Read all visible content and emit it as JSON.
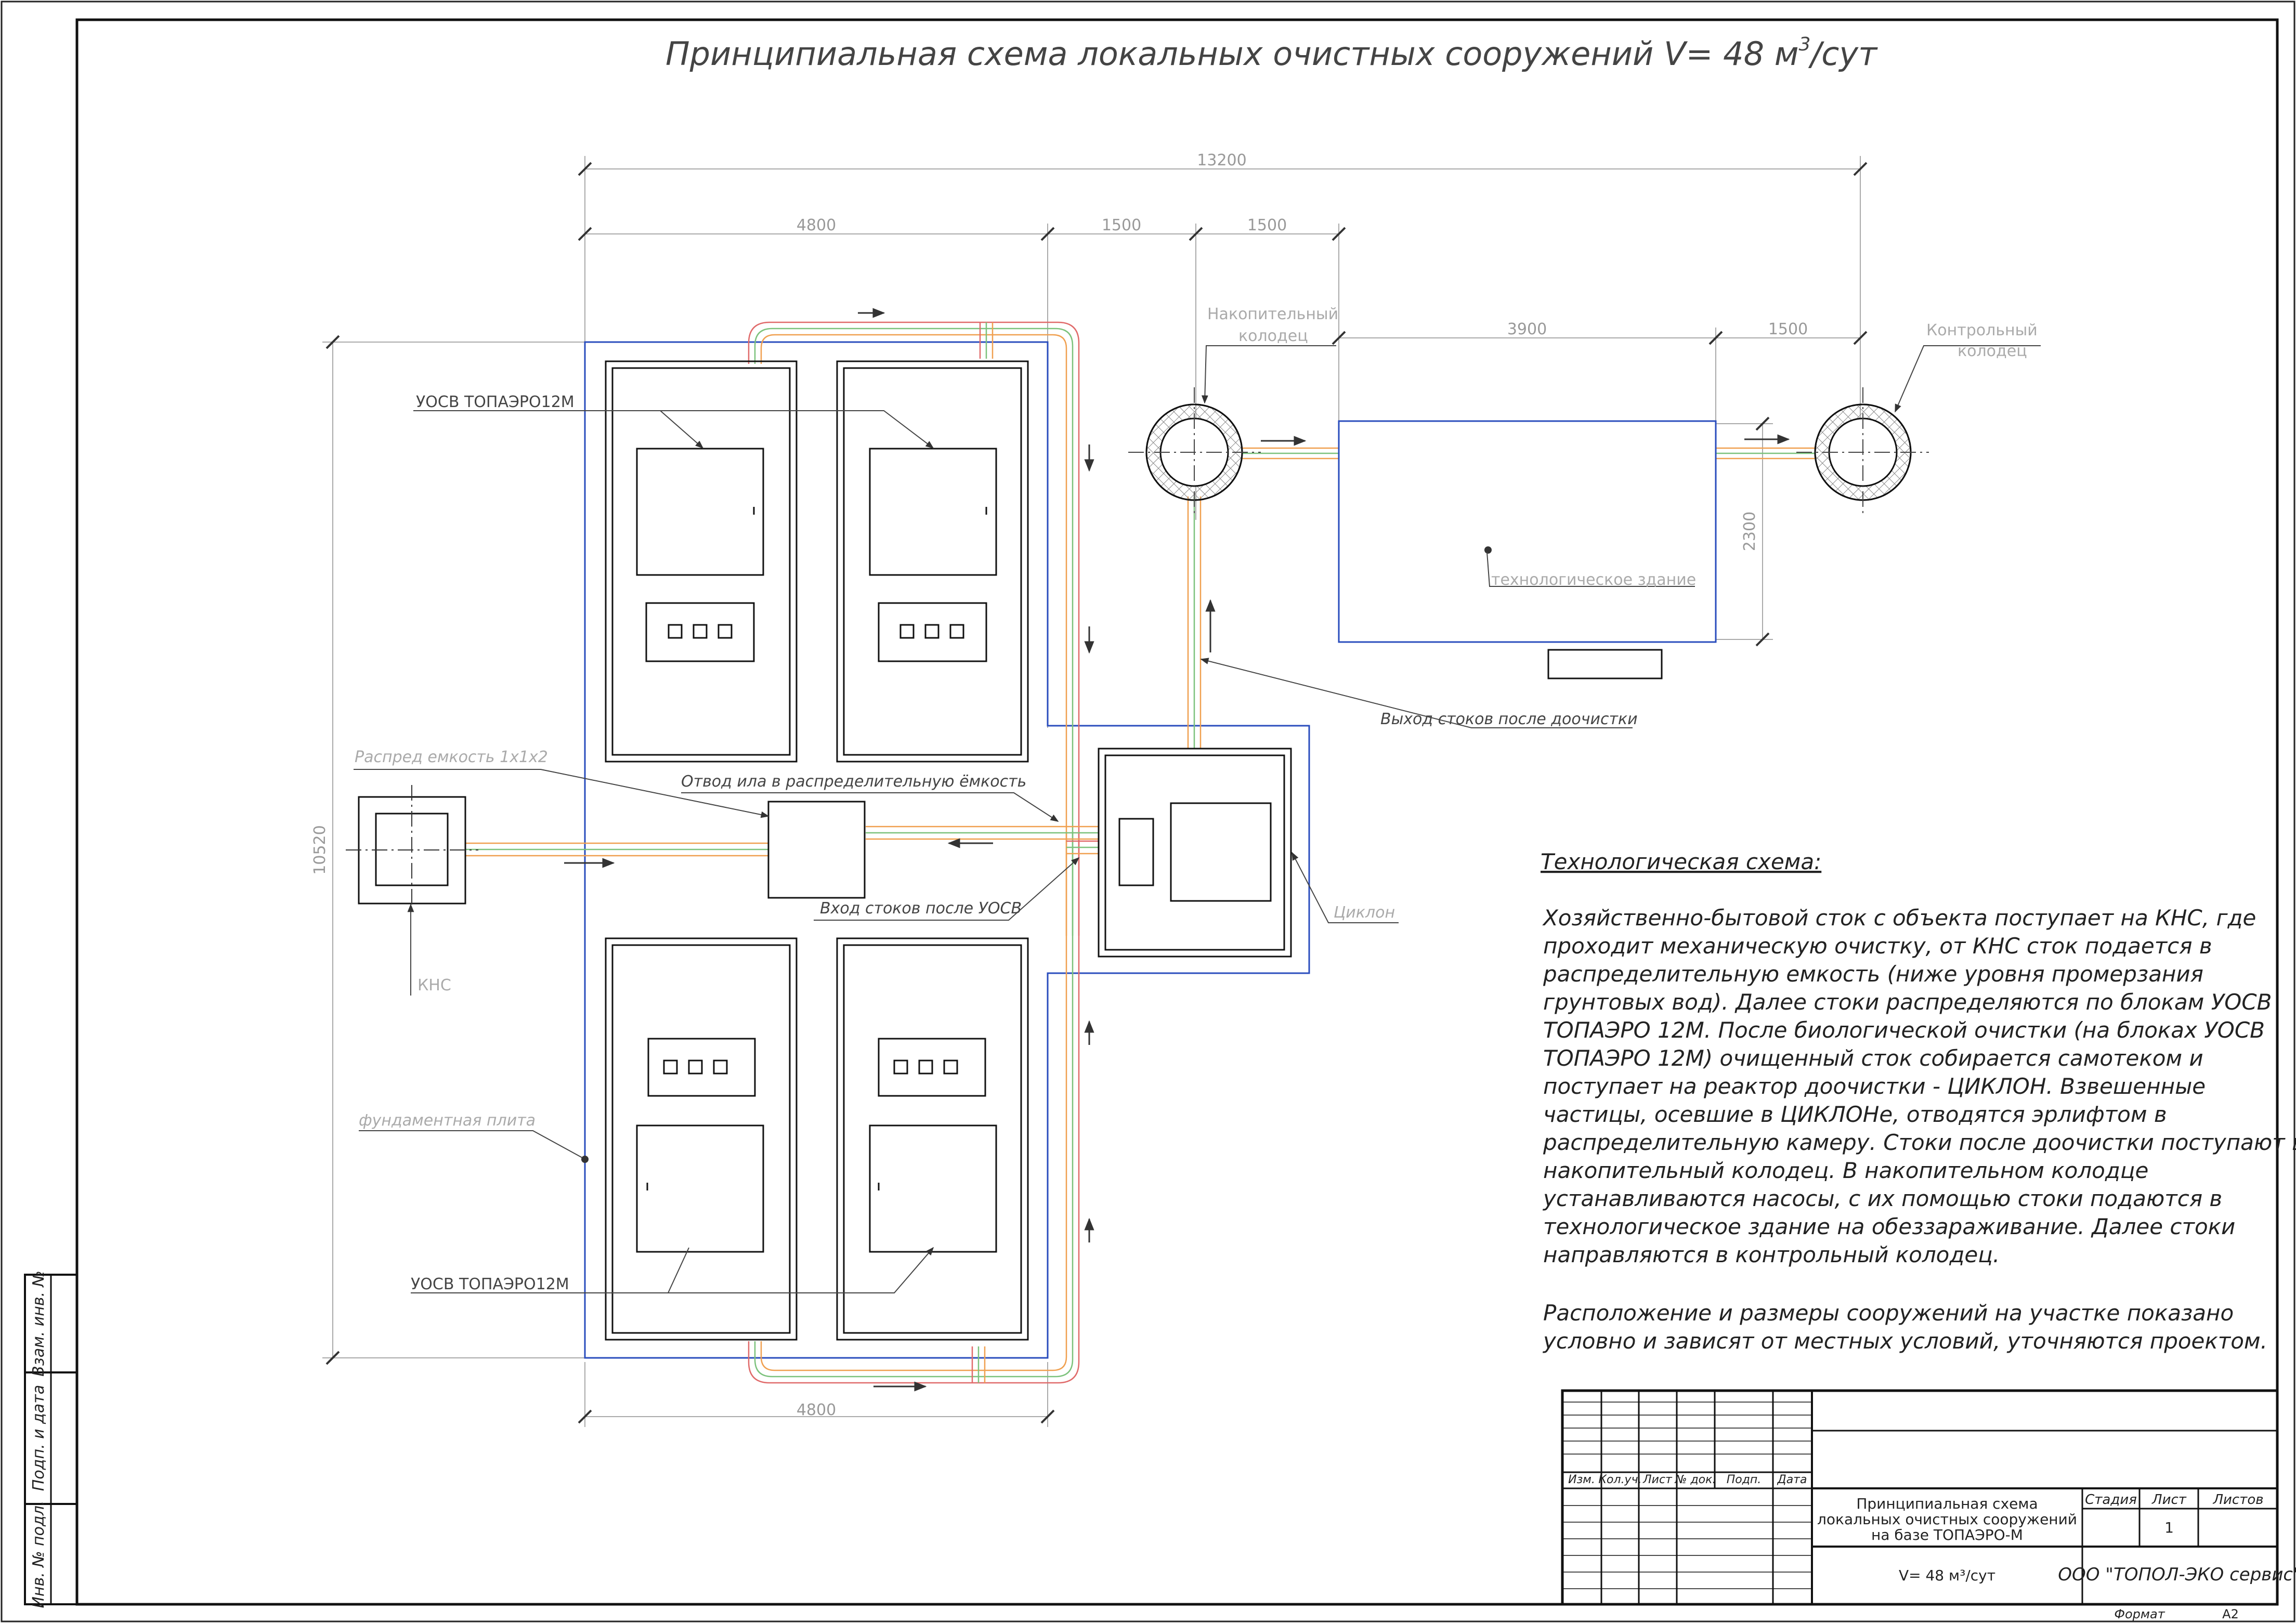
{
  "title_parts": {
    "main": "Принципиальная схема   локальных  очистных  сооружений V= 48 м",
    "sup": "3",
    "tail": "/сут"
  },
  "dims": {
    "total_width": "13200",
    "block_width_top": "4800",
    "gap_1": "1500",
    "gap_2": "1500",
    "building_length": "3900",
    "gap_3": "1500",
    "building_depth": "2300",
    "total_height": "10520",
    "block_width_bottom": "4800"
  },
  "labels": {
    "uosv_top": "УОСВ ТОПАЭРО12М",
    "uosv_bottom": "УОСВ ТОПАЭРО12М",
    "storage_well": [
      "Накопительный",
      "колодец"
    ],
    "control_well": [
      "Контрольный",
      "колодец"
    ],
    "tech_building": "технологическое здание",
    "outlet": "Выход стоков после доочистки",
    "distrib_tank": "Распред емкость 1х1х2",
    "sludge": "Отвод ила в распределительную ёмкость",
    "inlet": "Вход стоков после УОСВ",
    "cyclone": "Циклон",
    "kns": "КНС",
    "foundation": "фундаментная плита"
  },
  "notes": {
    "heading": "Технологическая схема:",
    "lines": [
      "Хозяйственно-бытовой сток с объекта поступает на КНС, где",
      "проходит механическую очистку, от КНС сток подается в",
      "распределительную емкость (ниже уровня промерзания",
      "грунтовых вод). Далее стоки распределяются по блокам УОСВ",
      "ТОПАЭРО 12М. После биологической очистки (на блоках УОСВ",
      "ТОПАЭРО 12М) очищенный сток собирается самотеком и",
      "поступает на реактор доочистки - ЦИКЛОН. Взвешенные",
      "частицы, осевшие в ЦИКЛОНе, отводятся эрлифтом в",
      "распределительную камеру. Стоки после доочистки поступают в",
      "накопительный колодец. В накопительном колодце",
      "устанавливаются насосы, с их помощью стоки подаются в",
      "технологическое здание на обеззараживание. Далее стоки",
      "направляются в контрольный колодец."
    ],
    "lines2": [
      "Расположение и размеры сооружений на участке показано",
      "условно и зависят от местных условий, уточняются проектом."
    ]
  },
  "title_block": {
    "cols": [
      "Изм.",
      "Кол.уч.",
      "Лист",
      "№ док.",
      "Подп.",
      "Дата"
    ],
    "description": [
      "Принципиальная схема",
      "локальных очистных сооружений",
      "на базе ТОПАЭРО-М"
    ],
    "volume": "V= 48 м³/сут",
    "stage_header": "Стадия",
    "sheet_header": "Лист",
    "sheets_header": "Листов",
    "sheet_value": "1",
    "company": "ООО \"ТОПОЛ-ЭКО сервис\"",
    "format_label": "Формат",
    "format_value": "А2"
  },
  "side_stamp": [
    "Взам. инв. №",
    "Подп. и дата",
    "Инв. № подл."
  ]
}
